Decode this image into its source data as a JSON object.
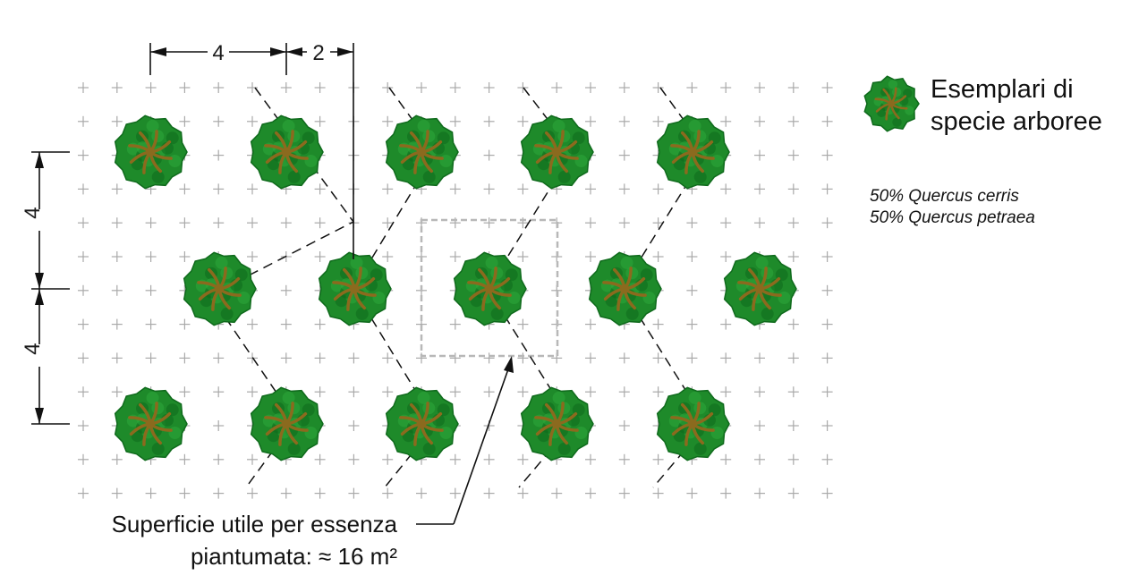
{
  "dimensions": {
    "tree_spacing_horizontal": "4",
    "row_offset": "2",
    "row_spacing_top": "4",
    "row_spacing_bottom": "4"
  },
  "legend": {
    "title_line1": "Esemplari di",
    "title_line2": "specie arboree",
    "species_line1": "50% Quercus cerris",
    "species_line2": "50% Quercus petraea"
  },
  "caption": {
    "line1": "Superficie utile per essenza",
    "line2": "piantumata: ≈ 16 m²"
  },
  "colors": {
    "canopy": "#1e8a2a",
    "canopy_dark": "#0f6a1c",
    "trunk": "#8b6a1e",
    "grid": "#a9a9a9",
    "area_box": "#b8b8b8",
    "line": "#111111"
  },
  "layout": {
    "tree_rows": [
      {
        "name": "top",
        "count": 5
      },
      {
        "name": "middle",
        "count": 5
      },
      {
        "name": "bottom",
        "count": 5
      }
    ],
    "grid_size": {
      "cols": 23,
      "rows": 13
    }
  }
}
